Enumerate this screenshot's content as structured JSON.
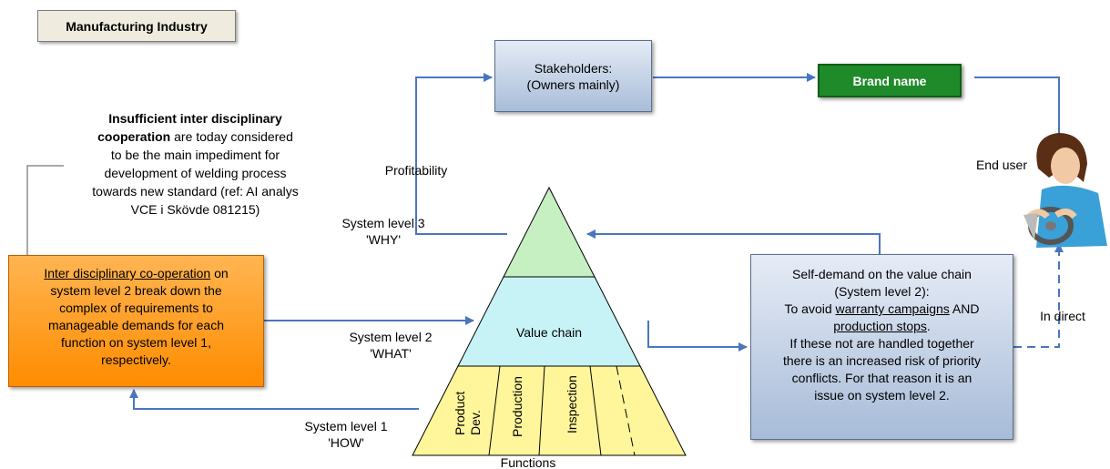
{
  "title": "Manufacturing Industry",
  "stakeholders": {
    "line1": "Stakeholders:",
    "line2": "(Owners mainly)"
  },
  "brand": "Brand name",
  "end_user": "End user",
  "profitability": "Profitability",
  "in_direct": "In direct",
  "note": {
    "bold_line1": "Insufficient inter disciplinary",
    "bold_line2": "cooperation",
    "rest_line2": " are today considered",
    "line3": "to be the main impediment for",
    "line4": "development of welding process",
    "line5": "towards new standard (ref: AI analys",
    "line6": "VCE i Skövde 081215)"
  },
  "orange": {
    "underlined": "Inter disciplinary co-operation",
    "after_underlined": " on",
    "line2": "system level 2 break down the",
    "line3": "complex of requirements to",
    "line4": "manageable demands for each",
    "line5": "function on system level 1,",
    "line6": "respectively."
  },
  "selfdemand": {
    "line1": "Self-demand on the value chain",
    "line2": "(System level 2):",
    "line3_pre": "To avoid ",
    "line3_u": "warranty campaigns",
    "line3_post": " AND",
    "line4_u": "production stops",
    "line4_post": ".",
    "line5": "If these not are handled together",
    "line6": "there is an increased risk of priority",
    "line7": "conflicts. For that reason it is an",
    "line8": "issue on system level 2."
  },
  "levels": {
    "l3_name": "System level 3",
    "l3_tag": "'WHY'",
    "l2_name": "System level 2",
    "l2_tag": "'WHAT'",
    "l1_name": "System level 1",
    "l1_tag": "'HOW'"
  },
  "pyramid": {
    "middle_label": "Value chain",
    "functions": [
      "Product Dev.",
      "Production",
      "Inspection"
    ],
    "bottom_label": "Functions"
  },
  "colors": {
    "arrow": "#4a76c0",
    "top_section": "#c6efc2",
    "middle_section": "#c8f3f6",
    "bottom_section": "#fff59a",
    "orange_box": "#ff9a1f",
    "brand_box": "#1f8a2a"
  }
}
